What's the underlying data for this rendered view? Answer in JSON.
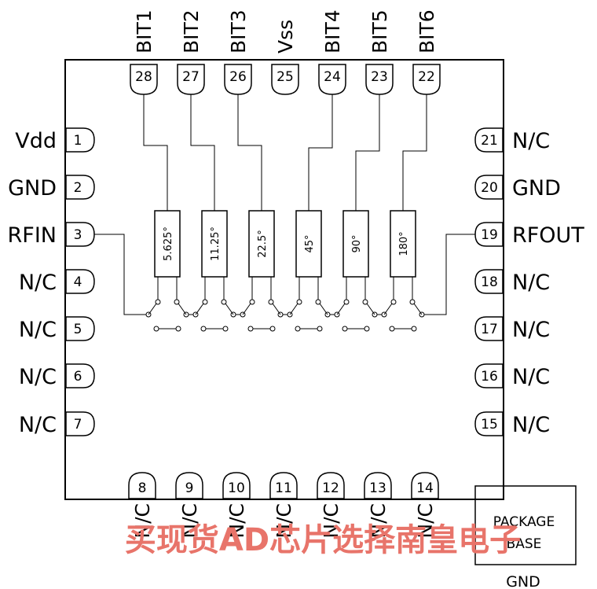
{
  "top_pins": [
    {
      "label": "BIT1",
      "number": "28"
    },
    {
      "label": "BIT2",
      "number": "27"
    },
    {
      "label": "BIT3",
      "number": "26"
    },
    {
      "label": "Vss",
      "number": "25"
    },
    {
      "label": "BIT4",
      "number": "24"
    },
    {
      "label": "BIT5",
      "number": "23"
    },
    {
      "label": "BIT6",
      "number": "22"
    }
  ],
  "left_pins": [
    {
      "label": "Vdd",
      "number": "1"
    },
    {
      "label": "GND",
      "number": "2"
    },
    {
      "label": "RFIN",
      "number": "3"
    },
    {
      "label": "N/C",
      "number": "4"
    },
    {
      "label": "N/C",
      "number": "5"
    },
    {
      "label": "N/C",
      "number": "6"
    },
    {
      "label": "N/C",
      "number": "7"
    }
  ],
  "right_pins": [
    {
      "label": "N/C",
      "number": "21"
    },
    {
      "label": "GND",
      "number": "20"
    },
    {
      "label": "RFOUT",
      "number": "19"
    },
    {
      "label": "N/C",
      "number": "18"
    },
    {
      "label": "N/C",
      "number": "17"
    },
    {
      "label": "N/C",
      "number": "16"
    },
    {
      "label": "N/C",
      "number": "15"
    }
  ],
  "bottom_pins": [
    {
      "label": "N/C",
      "number": "8"
    },
    {
      "label": "N/C",
      "number": "9"
    },
    {
      "label": "N/C",
      "number": "10"
    },
    {
      "label": "N/C",
      "number": "11"
    },
    {
      "label": "N/C",
      "number": "12"
    },
    {
      "label": "N/C",
      "number": "13"
    },
    {
      "label": "N/C",
      "number": "14"
    }
  ],
  "phase_bits": [
    "5.625°",
    "11.25°",
    "22.5°",
    "45°",
    "90°",
    "180°"
  ],
  "package_base": {
    "line1": "PACKAGE",
    "line2": "BASE",
    "gnd": "GND"
  },
  "watermark": "买现货AD芯片选择南皇电子",
  "colors": {
    "line": "#000000",
    "watermark": "#e8746a"
  }
}
